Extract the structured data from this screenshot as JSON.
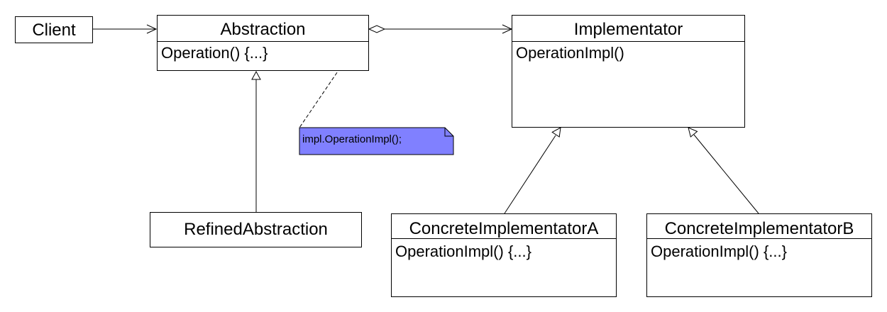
{
  "diagram": {
    "client": {
      "name": "Client"
    },
    "abstraction": {
      "name": "Abstraction",
      "operation": "Operation() {...}"
    },
    "implementator": {
      "name": "Implementator",
      "operation": "OperationImpl()"
    },
    "refined": {
      "name": "RefinedAbstraction"
    },
    "concrete_a": {
      "name": "ConcreteImplementatorA",
      "operation": "OperationImpl() {...}"
    },
    "concrete_b": {
      "name": "ConcreteImplementatorB",
      "operation": "OperationImpl() {...}"
    },
    "note": {
      "text": "impl.OperationImpl();",
      "fill": "#8080ff"
    },
    "relations": [
      {
        "type": "association",
        "from": "Client",
        "to": "Abstraction"
      },
      {
        "type": "aggregation",
        "from": "Abstraction",
        "to": "Implementator"
      },
      {
        "type": "generalization",
        "from": "RefinedAbstraction",
        "to": "Abstraction"
      },
      {
        "type": "generalization",
        "from": "ConcreteImplementatorA",
        "to": "Implementator"
      },
      {
        "type": "generalization",
        "from": "ConcreteImplementatorB",
        "to": "Implementator"
      }
    ]
  }
}
